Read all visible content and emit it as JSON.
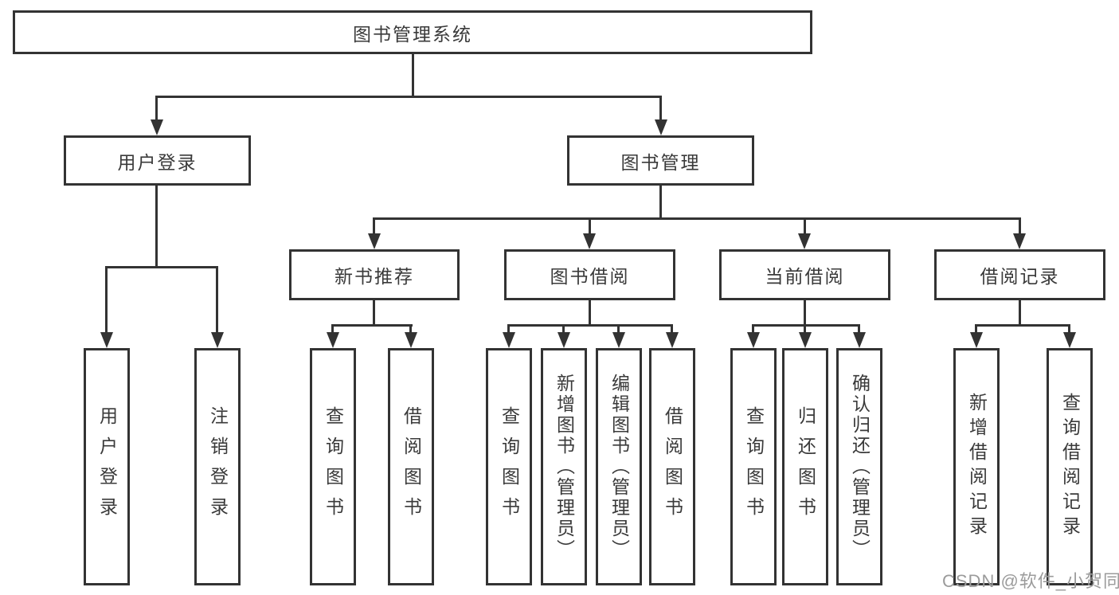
{
  "tree": {
    "root": {
      "label": "图书管理系统",
      "children": [
        {
          "label": "用户登录",
          "children": [
            {
              "label": "用户登录"
            },
            {
              "label": "注销登录"
            }
          ]
        },
        {
          "label": "图书管理",
          "children": [
            {
              "label": "新书推荐",
              "children": [
                {
                  "label": "查询图书"
                },
                {
                  "label": "借阅图书"
                }
              ]
            },
            {
              "label": "图书借阅",
              "children": [
                {
                  "label": "查询图书"
                },
                {
                  "label": "新增图书（管理员）"
                },
                {
                  "label": "编辑图书（管理员）"
                },
                {
                  "label": "借阅图书"
                }
              ]
            },
            {
              "label": "当前借阅",
              "children": [
                {
                  "label": "查询图书"
                },
                {
                  "label": "归还图书"
                },
                {
                  "label": "确认归还（管理员）"
                }
              ]
            },
            {
              "label": "借阅记录",
              "children": [
                {
                  "label": "新增借阅记录"
                },
                {
                  "label": "查询借阅记录"
                }
              ]
            }
          ]
        }
      ]
    }
  },
  "watermark": {
    "text": "CSDN @软件_小贺同学"
  },
  "colors": {
    "line": "#333333",
    "text": "#3a3a3a",
    "background": "#ffffff",
    "watermark": "#9b9b9b"
  }
}
